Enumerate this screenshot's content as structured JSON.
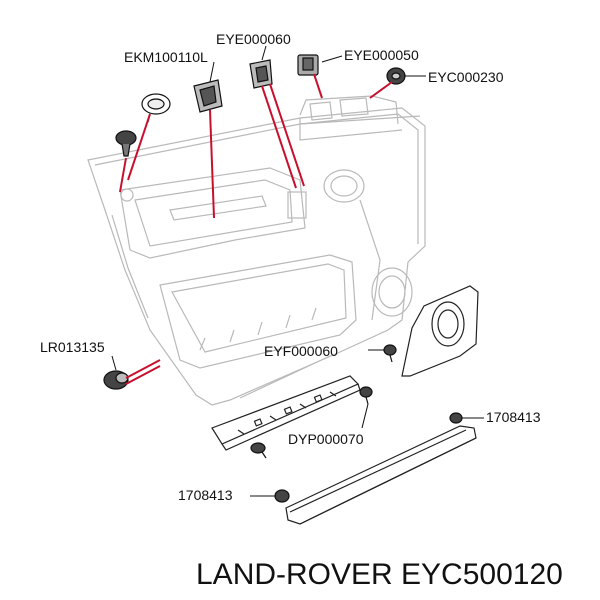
{
  "labels": {
    "eye000060": "EYE000060",
    "ekm100110l": "EKM100110L",
    "eye000050": "EYE000050",
    "eyc000230": "EYC000230",
    "lr013135": "LR013135",
    "eyf000060": "EYF000060",
    "p1708413_top": "1708413",
    "dyp000070": "DYP000070",
    "p1708413_bottom": "1708413"
  },
  "caption": "LAND-ROVER EYC500120",
  "colors": {
    "callout": "#c8102e",
    "outline": "#b9b9b9",
    "part": "#111111"
  }
}
